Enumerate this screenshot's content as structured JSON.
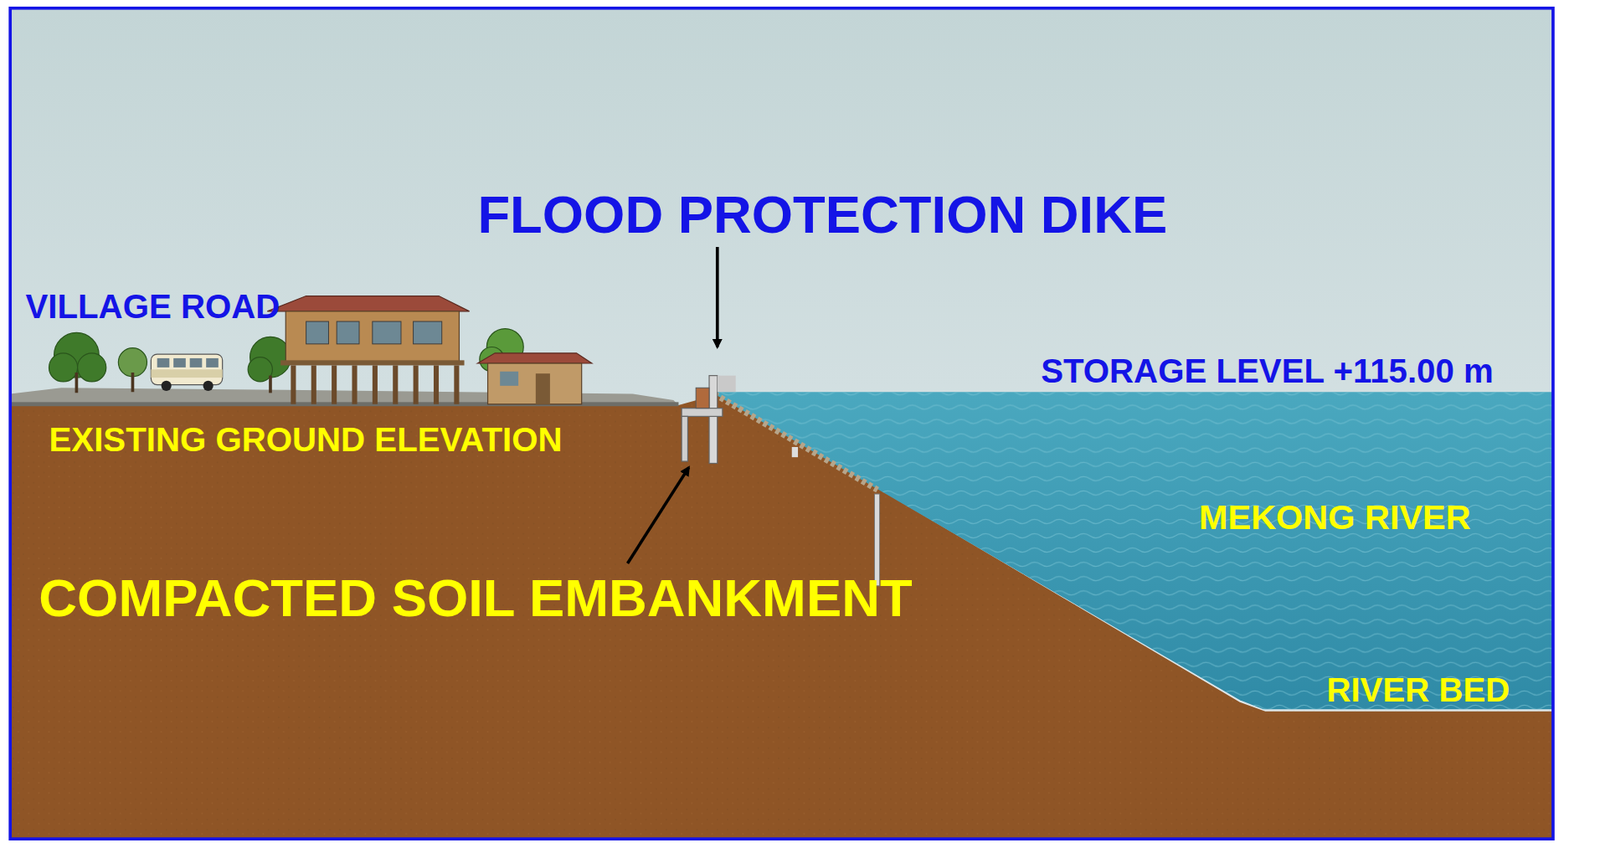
{
  "diagram": {
    "labels": [
      "FLOOD PROTECTION DIKE",
      "VILLAGE ROAD",
      "STORAGE LEVEL +115.00 m",
      "EXISTING GROUND ELEVATION",
      "MEKONG RIVER",
      "COMPACTED SOIL EMBANKMENT",
      "RIVER BED"
    ]
  }
}
